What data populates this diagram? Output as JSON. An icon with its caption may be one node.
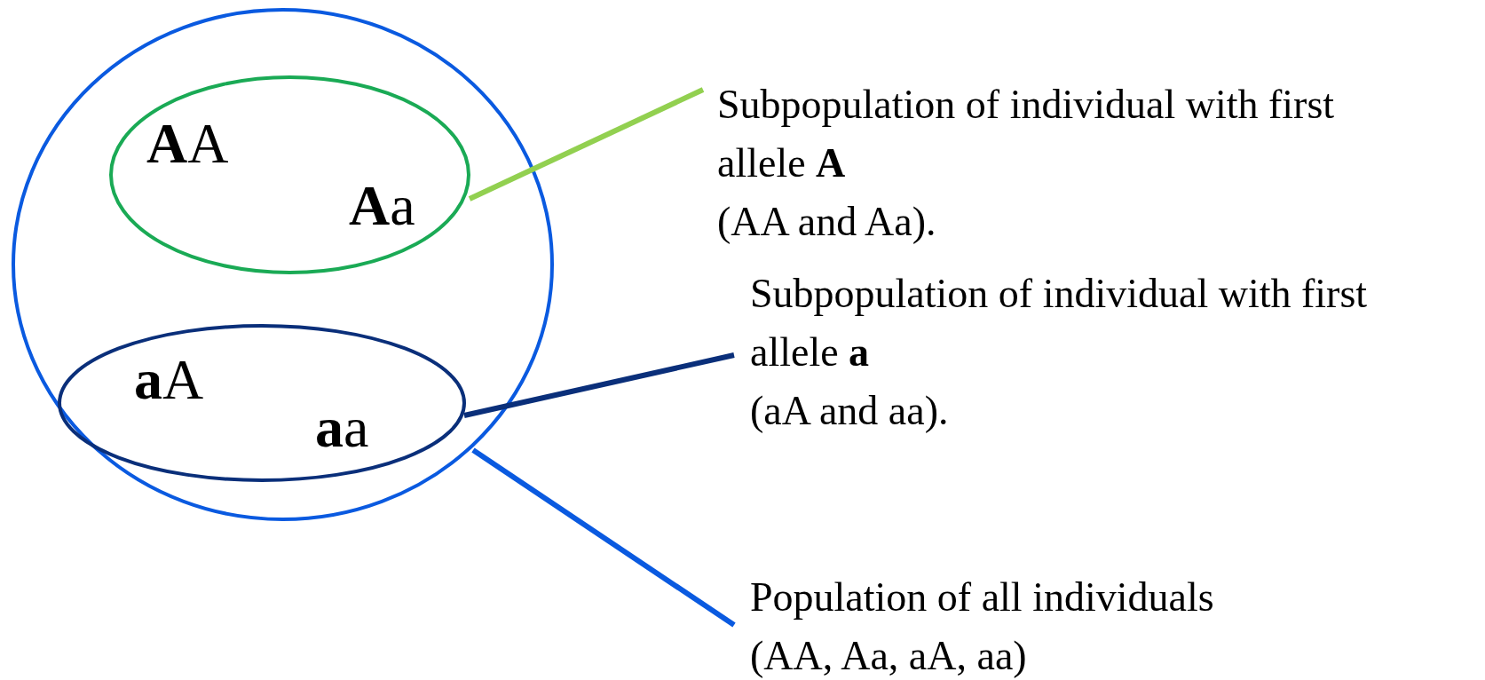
{
  "diagram": {
    "nodes": [
      {
        "text": [],
        "shape": "circle"
      },
      {
        "text": [
          "**A**A",
          "**A**a"
        ],
        "in": 0
      },
      {
        "text": [
          "**a**A",
          "**a**a"
        ],
        "in": 0
      },
      {
        "text": [
          "Subpopulation of individual with first allele **A**",
          "(AA and Aa)."
        ]
      },
      {
        "text": [
          "Subpopulation of individual with first allele **a**",
          "(aA and aa)."
        ]
      },
      {
        "text": [
          "Population of all individuals",
          "(AA, Aa, aA, aa)"
        ]
      }
    ],
    "edges": [
      {
        "from": 3,
        "to": 1,
        "arrow": "none",
        "color": "#92d050"
      },
      {
        "from": 4,
        "to": 2,
        "arrow": "none",
        "color": "#0a2f7a"
      },
      {
        "from": 5,
        "to": 0,
        "arrow": "none",
        "color": "#0a5ae0"
      }
    ]
  }
}
